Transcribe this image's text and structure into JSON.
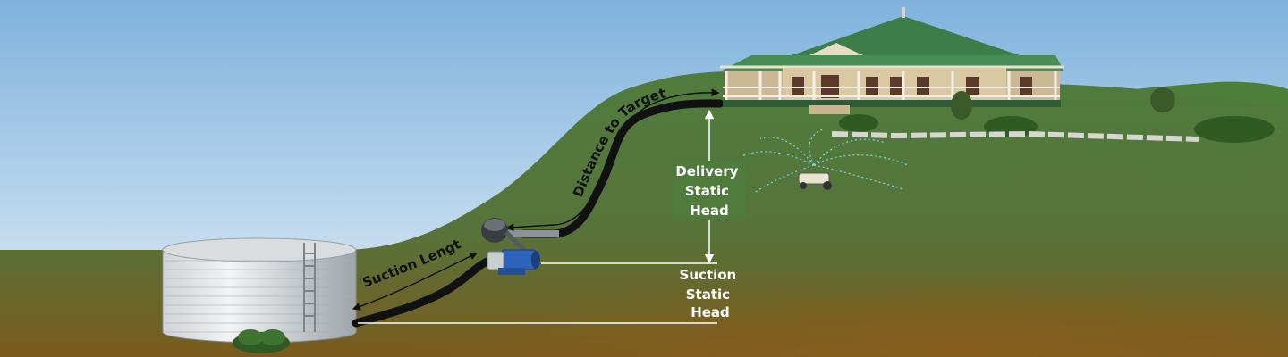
{
  "labels": {
    "distance_to_target": "Distance to Target",
    "suction_length": "Suction Length",
    "delivery_static_head": [
      "Delivery",
      "Static",
      "Head"
    ],
    "suction_static_head": [
      "Suction",
      "Static",
      "Head"
    ]
  },
  "colors": {
    "sky_top": "#7fb2dd",
    "sky_bottom": "#e2eef6",
    "hill_green": "#4c7a3b",
    "ground_brown": "#7a5a1e",
    "pipe": "#111111",
    "pump_blue": "#2d63b8",
    "spray": "#7fd6e6"
  }
}
